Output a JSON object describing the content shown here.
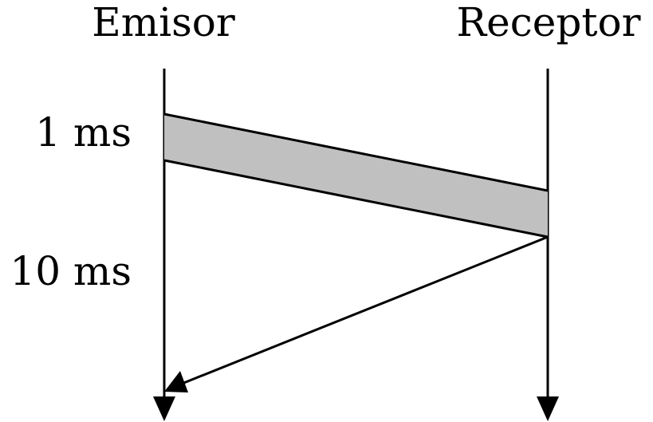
{
  "diagram": {
    "type": "sequence-timing",
    "participants": [
      {
        "id": "sender",
        "label": "Emisor"
      },
      {
        "id": "receiver",
        "label": "Receptor"
      }
    ],
    "time_labels": [
      {
        "label": "1 ms"
      },
      {
        "label": "10 ms"
      }
    ],
    "messages": [
      {
        "from": "sender",
        "to": "receiver",
        "kind": "transmission-band",
        "fill": "#c0c0c0"
      },
      {
        "from": "receiver",
        "to": "sender",
        "kind": "arrow"
      }
    ]
  }
}
